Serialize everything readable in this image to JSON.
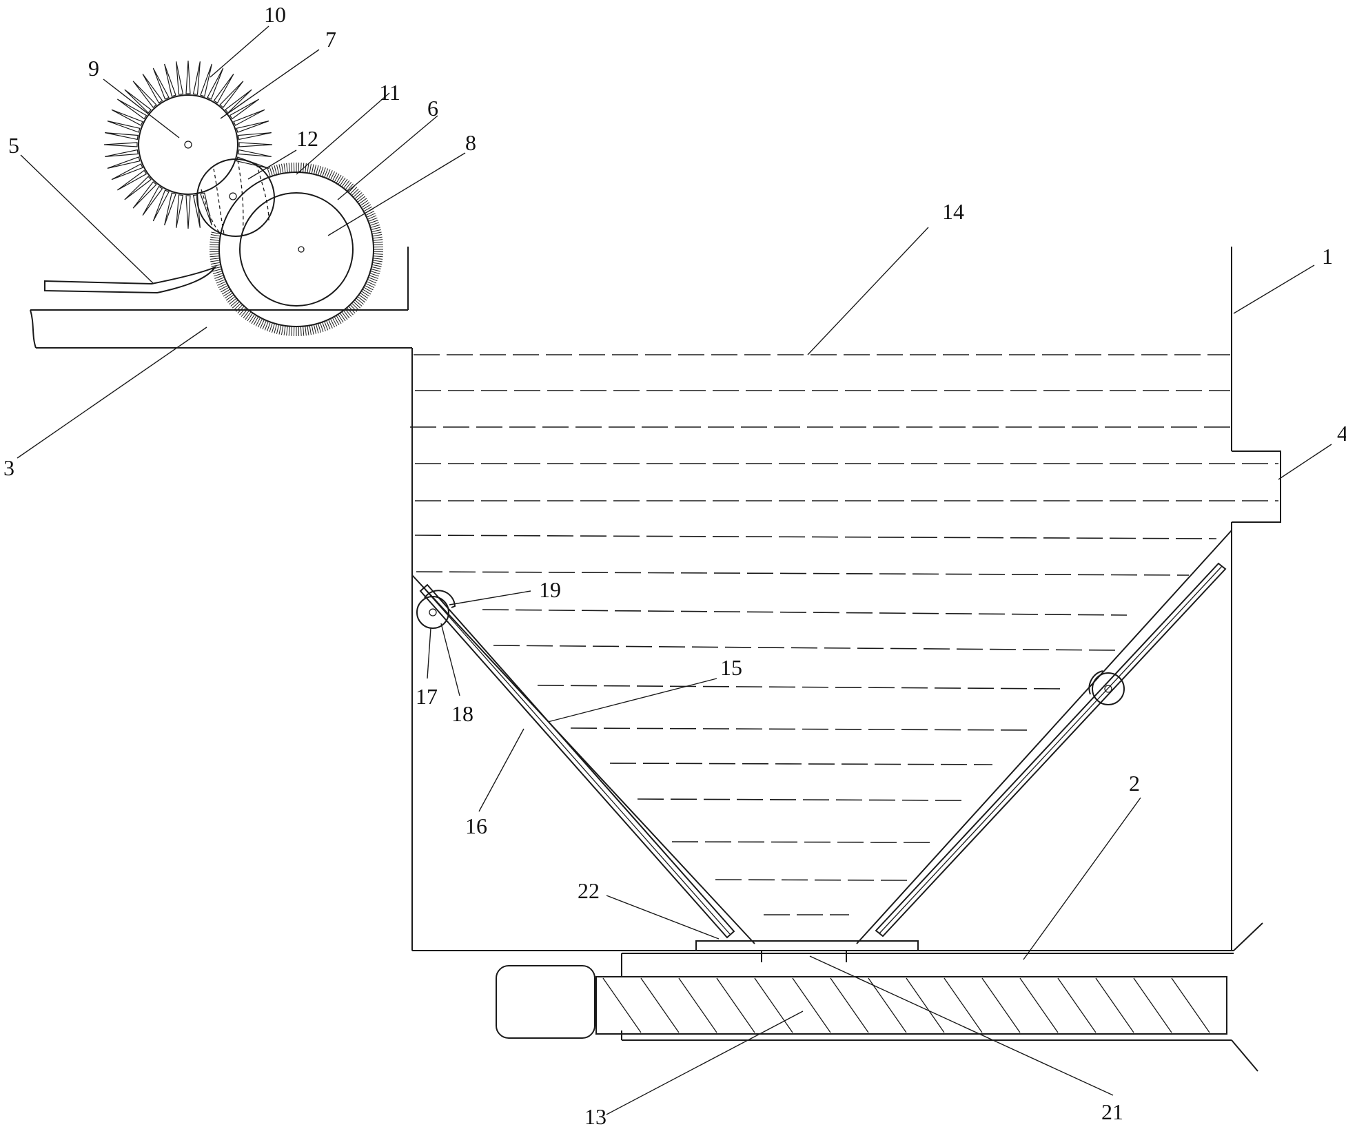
{
  "diagram": {
    "parts": [
      {
        "id": "1"
      },
      {
        "id": "2"
      },
      {
        "id": "3"
      },
      {
        "id": "4"
      },
      {
        "id": "5"
      },
      {
        "id": "6"
      },
      {
        "id": "7"
      },
      {
        "id": "8"
      },
      {
        "id": "9"
      },
      {
        "id": "10"
      },
      {
        "id": "11"
      },
      {
        "id": "12"
      },
      {
        "id": "13"
      },
      {
        "id": "14"
      },
      {
        "id": "15"
      },
      {
        "id": "16"
      },
      {
        "id": "17"
      },
      {
        "id": "18"
      },
      {
        "id": "19"
      },
      {
        "id": "21"
      },
      {
        "id": "22"
      }
    ]
  },
  "colors": {
    "line": "#1a1a1a",
    "background": "#ffffff"
  }
}
